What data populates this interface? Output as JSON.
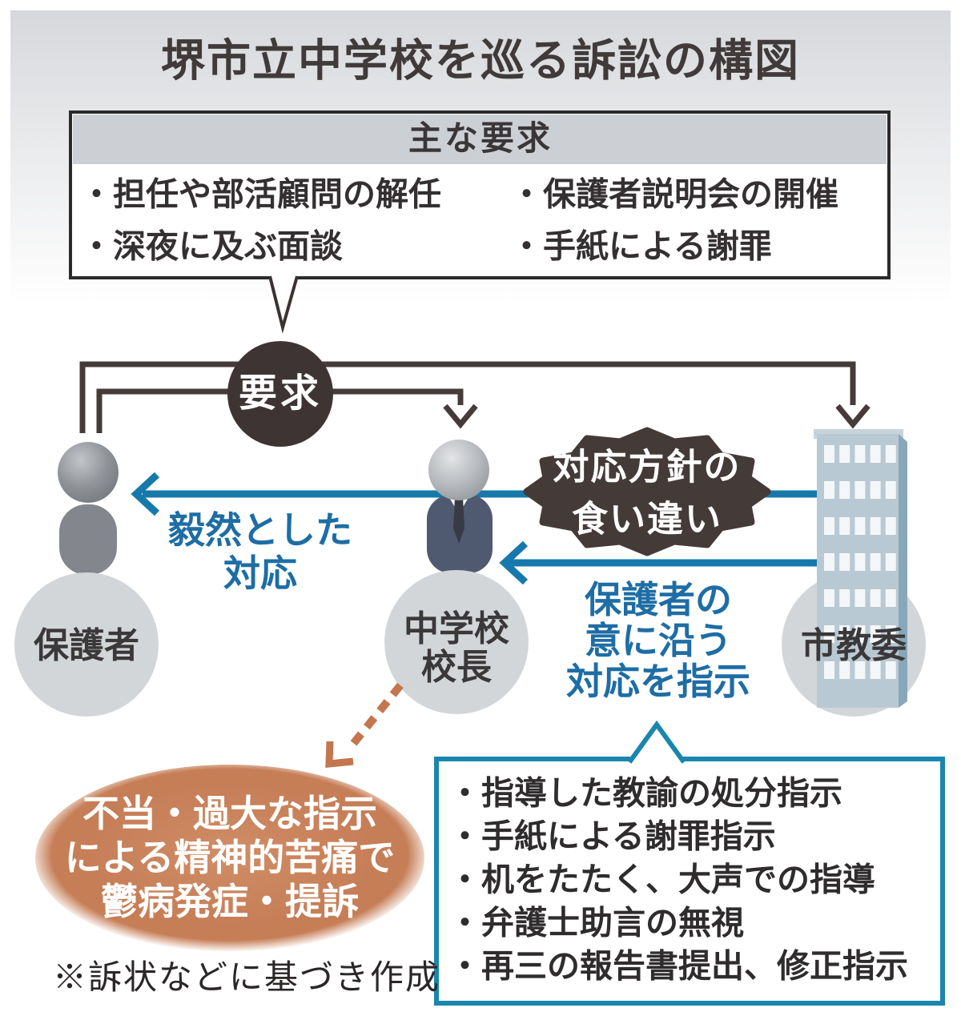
{
  "title": "堺市立中学校を巡る訴訟の構図",
  "demands_box": {
    "header": "主な要求",
    "items_left": [
      "・担任や部活顧問の解任",
      "・深夜に及ぶ面談"
    ],
    "items_right": [
      "・保護者説明会の開催",
      "・手紙による謝罪"
    ]
  },
  "request_label": "要求",
  "actors": {
    "parent": "保護者",
    "principal_line1": "中学校",
    "principal_line2": "校長",
    "board": "市教委"
  },
  "edge_labels": {
    "resolute_line1": "毅然とした",
    "resolute_line2": "対応",
    "discrepancy_line1": "対応方針の",
    "discrepancy_line2": "食い違い",
    "instruction_line1": "保護者の",
    "instruction_line2": "意に沿う",
    "instruction_line3": "対応を指示"
  },
  "lawsuit_bubble": {
    "line1": "不当・過大な指示",
    "line2": "による精神的苦痛で",
    "line3": "鬱病発症・提訴"
  },
  "instruction_box": {
    "items": [
      "・指導した教諭の処分指示",
      "・手紙による謝罪指示",
      "・机をたたく、大声での指導",
      "・弁護士助言の無視",
      "・再三の報告書提出、修正指示"
    ]
  },
  "footnote": "※訴状などに基づき作成",
  "colors": {
    "dark_line": "#453b39",
    "blue_line": "#1779ab",
    "blue_text": "#1e6da5",
    "orange": "#c67e57",
    "gray_circle": "#d3d6d9",
    "box_header_bg": "#ccd0d4",
    "building_front": "#b9c9d4",
    "building_side": "#87a8bb"
  }
}
